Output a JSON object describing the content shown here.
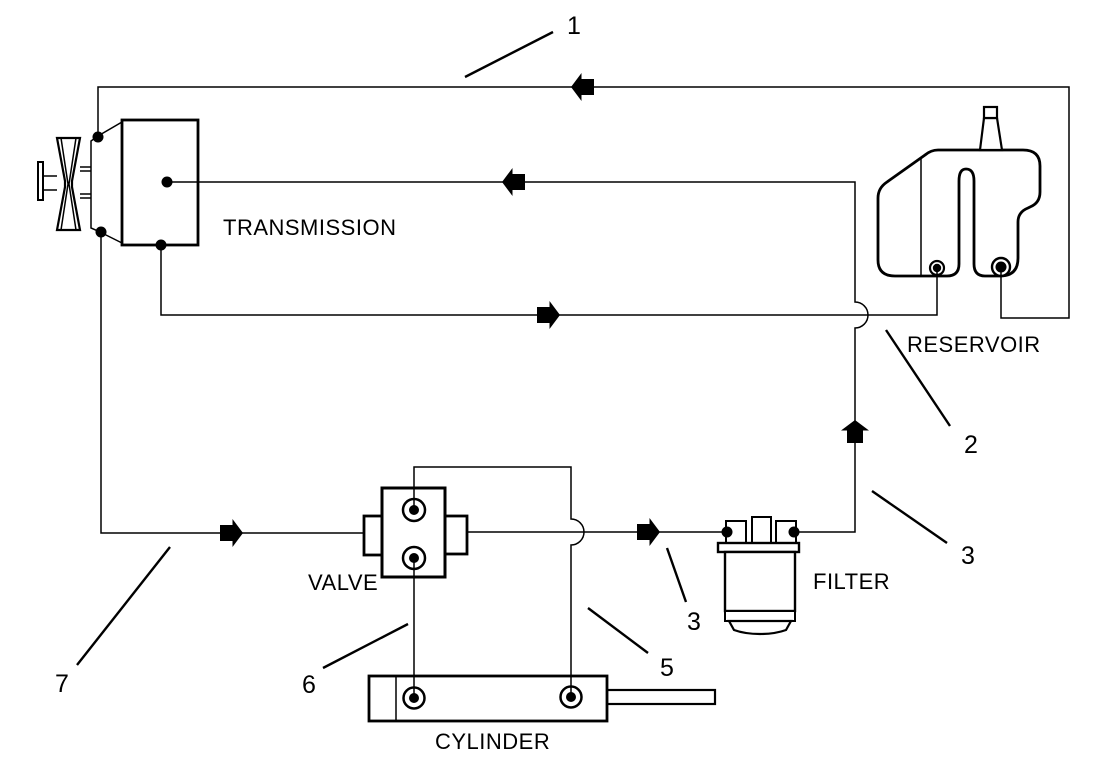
{
  "colors": {
    "ink": "#000000",
    "background": "#ffffff"
  },
  "components": {
    "transmission": {
      "label": "TRANSMISSION"
    },
    "reservoir": {
      "label": "RESERVOIR"
    },
    "valve": {
      "label": "VALVE"
    },
    "cylinder": {
      "label": "CYLINDER"
    },
    "filter": {
      "label": "FILTER"
    }
  },
  "callouts": [
    {
      "number": "1"
    },
    {
      "number": "2"
    },
    {
      "number": "3"
    },
    {
      "number": "3"
    },
    {
      "number": "5"
    },
    {
      "number": "6"
    },
    {
      "number": "7"
    }
  ]
}
